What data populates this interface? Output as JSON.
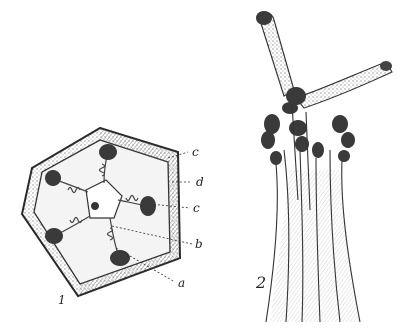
{
  "figure_1": {
    "number": "1",
    "labels": {
      "c_top": "c",
      "d": "d",
      "c_lower": "c",
      "b": "b",
      "a": "a"
    }
  },
  "figure_2": {
    "number": "2"
  },
  "ink_color": "#2a2a2a"
}
